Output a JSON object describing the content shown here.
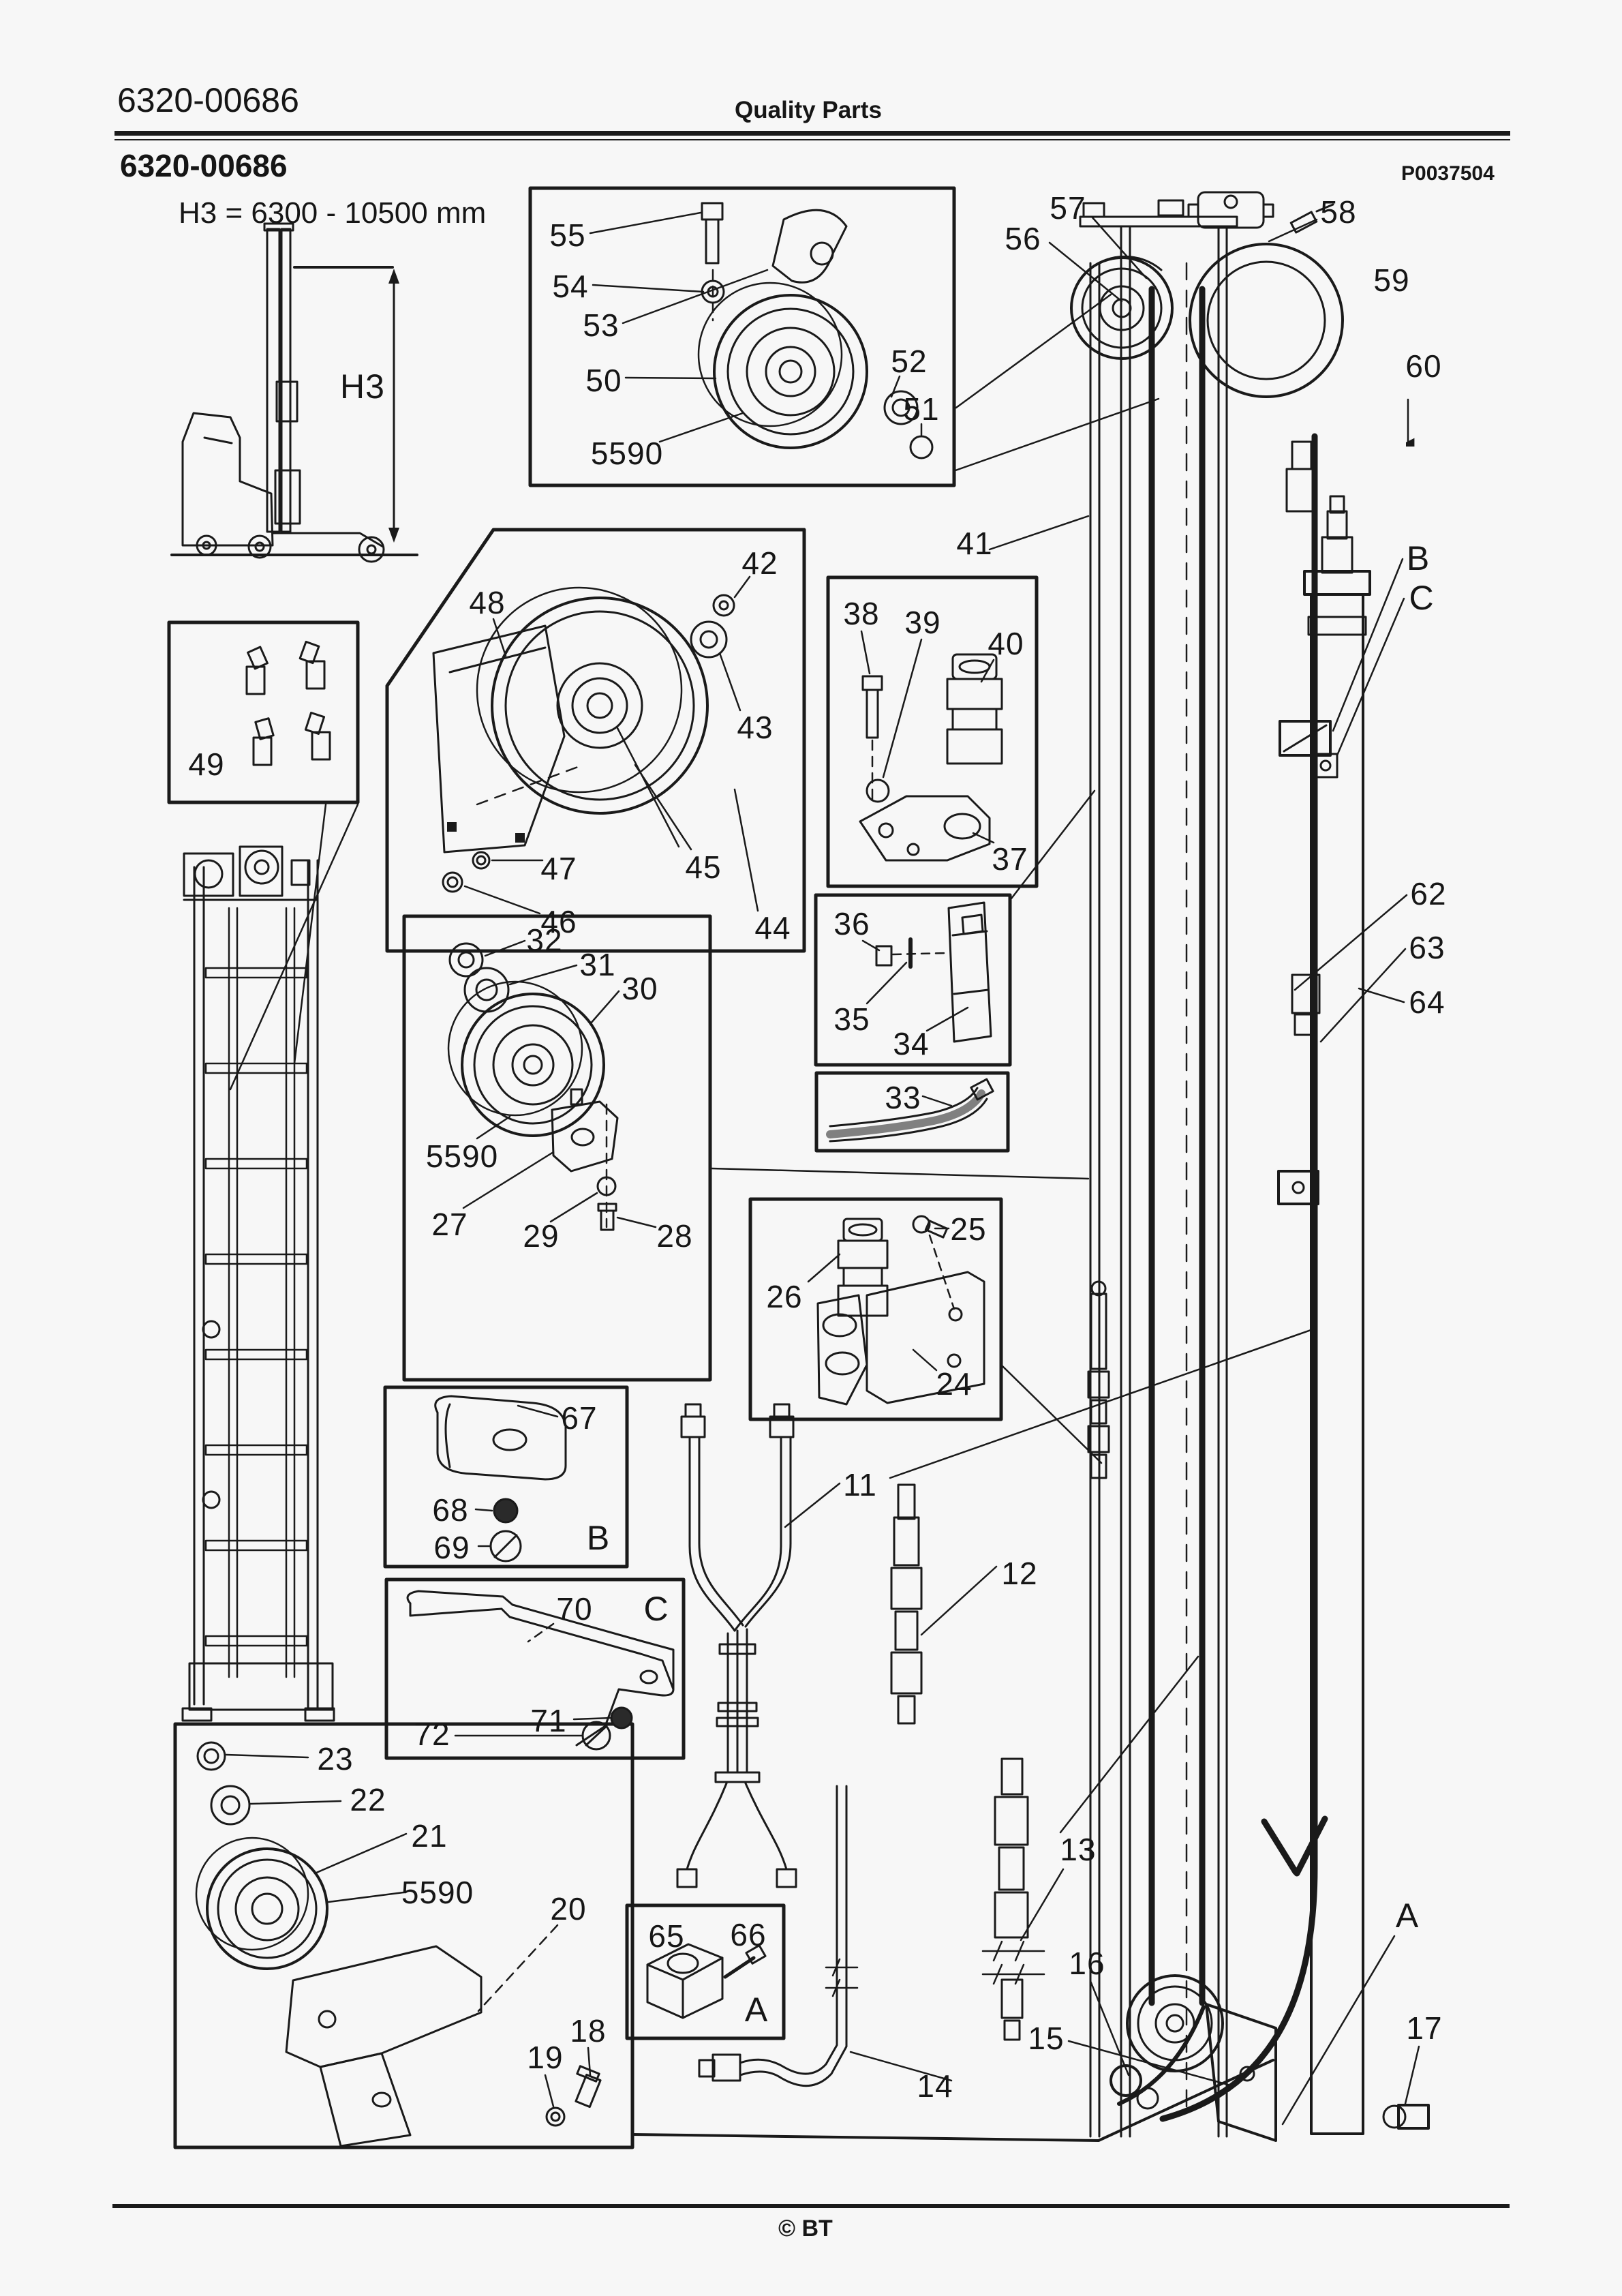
{
  "page": {
    "code": "6320-00686",
    "header_center": "Quality Parts",
    "title": "6320-00686",
    "plate_number": "P0037504",
    "mast_note": "H3 = 6300 - 10500 mm",
    "footer_copyright": "© BT"
  },
  "colors": {
    "ink": "#1a1a1a",
    "paper": "#f7f7f7",
    "wear_strip_gray": "#808080"
  },
  "diagram": {
    "description": "Exploded parts diagram of a BT reach-truck telescopic mast with numbered callouts",
    "callouts": [
      {
        "label": "55"
      },
      {
        "label": "54"
      },
      {
        "label": "53"
      },
      {
        "label": "50"
      },
      {
        "label": "5590"
      },
      {
        "label": "52"
      },
      {
        "label": "51"
      },
      {
        "label": "56"
      },
      {
        "label": "57"
      },
      {
        "label": "58"
      },
      {
        "label": "59"
      },
      {
        "label": "60"
      },
      {
        "label": "41"
      },
      {
        "label": "48"
      },
      {
        "label": "42"
      },
      {
        "label": "43"
      },
      {
        "label": "38"
      },
      {
        "label": "39"
      },
      {
        "label": "40"
      },
      {
        "label": "37"
      },
      {
        "label": "B"
      },
      {
        "label": "C"
      },
      {
        "label": "49"
      },
      {
        "label": "47"
      },
      {
        "label": "46"
      },
      {
        "label": "45"
      },
      {
        "label": "44"
      },
      {
        "label": "36"
      },
      {
        "label": "35"
      },
      {
        "label": "34"
      },
      {
        "label": "33"
      },
      {
        "label": "62"
      },
      {
        "label": "63"
      },
      {
        "label": "64"
      },
      {
        "label": "32"
      },
      {
        "label": "31"
      },
      {
        "label": "30"
      },
      {
        "label": "5590"
      },
      {
        "label": "27"
      },
      {
        "label": "29"
      },
      {
        "label": "28"
      },
      {
        "label": "26"
      },
      {
        "label": "25"
      },
      {
        "label": "24"
      },
      {
        "label": "67"
      },
      {
        "label": "68"
      },
      {
        "label": "69"
      },
      {
        "label": "B"
      },
      {
        "label": "70"
      },
      {
        "label": "C"
      },
      {
        "label": "71"
      },
      {
        "label": "72"
      },
      {
        "label": "11"
      },
      {
        "label": "12"
      },
      {
        "label": "23"
      },
      {
        "label": "22"
      },
      {
        "label": "21"
      },
      {
        "label": "5590"
      },
      {
        "label": "20"
      },
      {
        "label": "19"
      },
      {
        "label": "18"
      },
      {
        "label": "65"
      },
      {
        "label": "66"
      },
      {
        "label": "A"
      },
      {
        "label": "13"
      },
      {
        "label": "16"
      },
      {
        "label": "15"
      },
      {
        "label": "14"
      },
      {
        "label": "A"
      },
      {
        "label": "17"
      },
      {
        "label": "H3"
      }
    ]
  }
}
